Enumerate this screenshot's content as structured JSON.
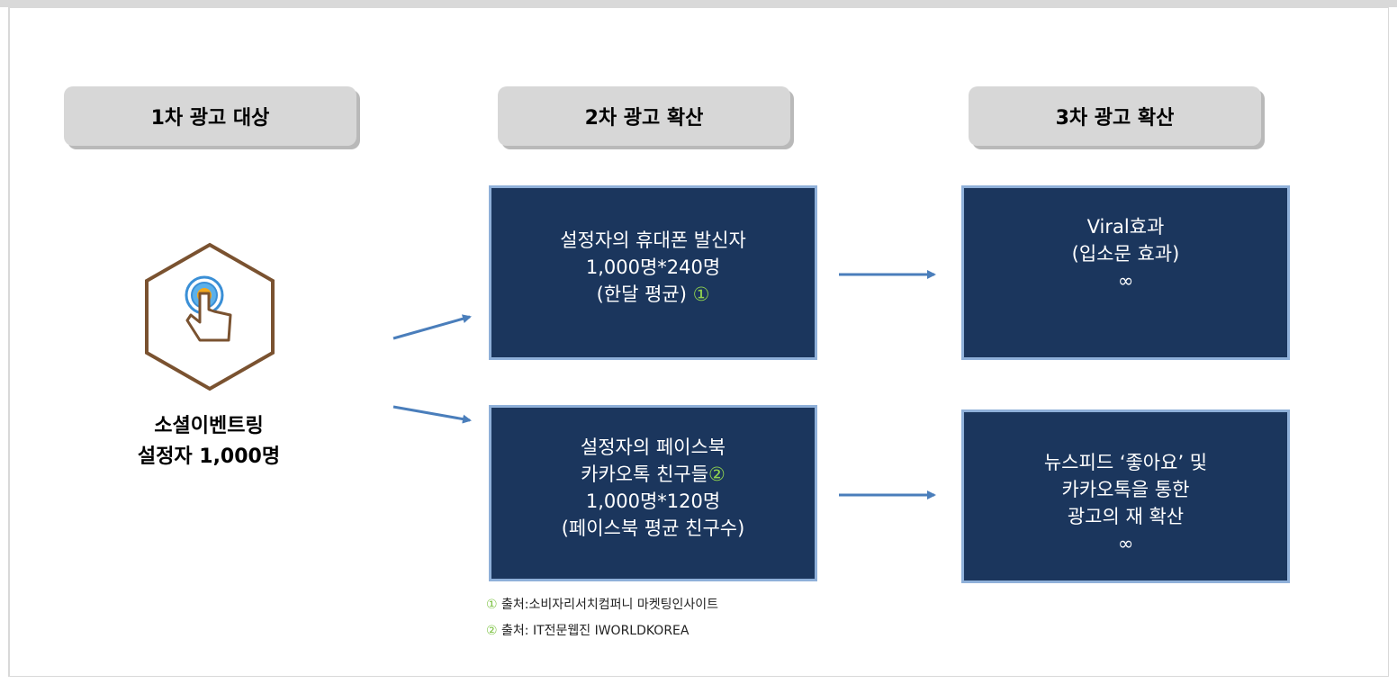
{
  "stages": [
    {
      "label": "1차 광고 대상"
    },
    {
      "label": "2차 광고 확산"
    },
    {
      "label": "3차 광고 확산"
    }
  ],
  "subject": {
    "line1": "소셜이벤트링",
    "line2": "설정자 1,000명",
    "icon": "touch-hand-icon"
  },
  "boxes": {
    "phone": {
      "line1": "설정자의 휴대폰 발신자",
      "line2": "1,000명*240명",
      "line3": "(한달 평균) ",
      "marker": "①"
    },
    "facebook": {
      "line1": "설정자의 페이스북",
      "line2": "카카오톡 친구들",
      "marker": "②",
      "line3": "1,000명*120명",
      "line4": "(페이스북 평균 친구수)"
    },
    "viral": {
      "line1": "Viral효과",
      "line2": "(입소문 효과)",
      "line3": "∞"
    },
    "newsfeed": {
      "line1": "뉴스피드 ‘좋아요’ 및",
      "line2": "카카오톡을 통한",
      "line3": "광고의 재 확산",
      "line4": "∞"
    }
  },
  "sources": [
    {
      "num": "①",
      "text": " 출처:소비자리서치컴퍼니 마켓팅인사이트"
    },
    {
      "num": "②",
      "text": " 출처: IT전문웹진 IWORLDKOREA"
    }
  ],
  "colors": {
    "box_fill": "#1b365d",
    "box_border": "#8fb0d9",
    "arrow": "#4a7ebb",
    "marker_green": "#8fd14f",
    "icon_brown": "#7a5230"
  }
}
